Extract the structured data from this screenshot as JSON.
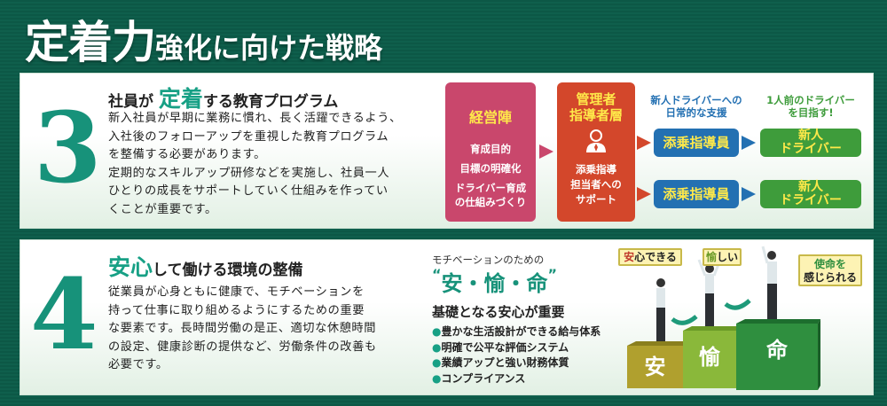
{
  "title": {
    "big": "定着力",
    "small": "強化に向けた戦略"
  },
  "section3": {
    "number": "3",
    "heading_pre": "社員が",
    "heading_em": "定着",
    "heading_post": "する教育プログラム",
    "body": [
      "新入社員が早期に業務に慣れ、長く活躍できるよう、",
      "入社後のフォローアップを重視した教育プログラム",
      "を整備する必要があります。",
      "定期的なスキルアップ研修などを実施し、社員一人",
      "ひとりの成長をサポートしていく仕組みを作ってい",
      "くことが重要です。"
    ],
    "flow": {
      "management": {
        "title": "経営陣",
        "items": [
          "育成目的",
          "目標の明確化",
          "ドライバー育成",
          "の仕組みづくり"
        ]
      },
      "supervisor": {
        "title": [
          "管理者",
          "指導者層"
        ],
        "icon": "person-icon",
        "items": [
          "添乗指導",
          "担当者への",
          "サポート"
        ]
      },
      "caption_support": [
        "新人ドライバーへの",
        "日常的な支援"
      ],
      "caption_goal": [
        "1人前のドライバー",
        "を目指す!"
      ],
      "instructor": "添乗指導員",
      "driver": [
        "新人",
        "ドライバー"
      ],
      "colors": {
        "pink": "#c9476c",
        "orange": "#d3472b",
        "blue": "#2370b2",
        "green": "#3e9c3b"
      }
    }
  },
  "section4": {
    "number": "4",
    "heading_em": "安心",
    "heading_post": "して働ける環境の整備",
    "body": [
      "従業員が心身ともに健康で、モチベーションを",
      "持って仕事に取り組めるようにするための重要",
      "な要素です。長時間労働の是正、適切な休憩時間",
      "の設定、健康診断の提供など、労働条件の改善も",
      "必要です。"
    ],
    "motivation_label": "モチベーションのための",
    "quote_open": "“",
    "keywords": "安・愉・命",
    "quote_close": "”",
    "subheading": "基礎となる安心が重要",
    "bullets": [
      "豊かな生活設計ができる給与体系",
      "明確で公平な評価システム",
      "業績アップと強い財務体質",
      "コンプライアンス"
    ],
    "bubbles": [
      {
        "em": "安",
        "rest": "心できる"
      },
      {
        "em": "愉",
        "rest": "しい"
      },
      {
        "line1": "使命を",
        "line2": "感じられる"
      }
    ],
    "steps": [
      "安",
      "愉",
      "命"
    ]
  }
}
